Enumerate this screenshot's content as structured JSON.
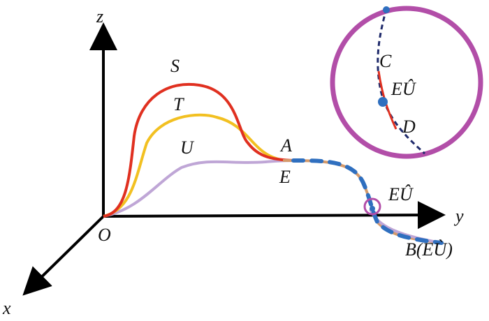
{
  "axes": {
    "z": "z",
    "y": "y",
    "x": "x",
    "origin": "O"
  },
  "curves": {
    "S": "S",
    "T": "T",
    "U": "U"
  },
  "points": {
    "A": "A",
    "E": "E",
    "E_hat": "EÛ",
    "B": "B(EÙ)"
  },
  "inset": {
    "C": "C",
    "D": "D",
    "E_hat": "EÛ"
  },
  "colors": {
    "S_curve": "#e03020",
    "T_curve": "#f2c021",
    "U_curve": "#bfa6d6",
    "trunk": "#d59a6a",
    "dash_blue": "#2f6fbf",
    "circle": "#b24ea8",
    "axis": "#000000"
  }
}
